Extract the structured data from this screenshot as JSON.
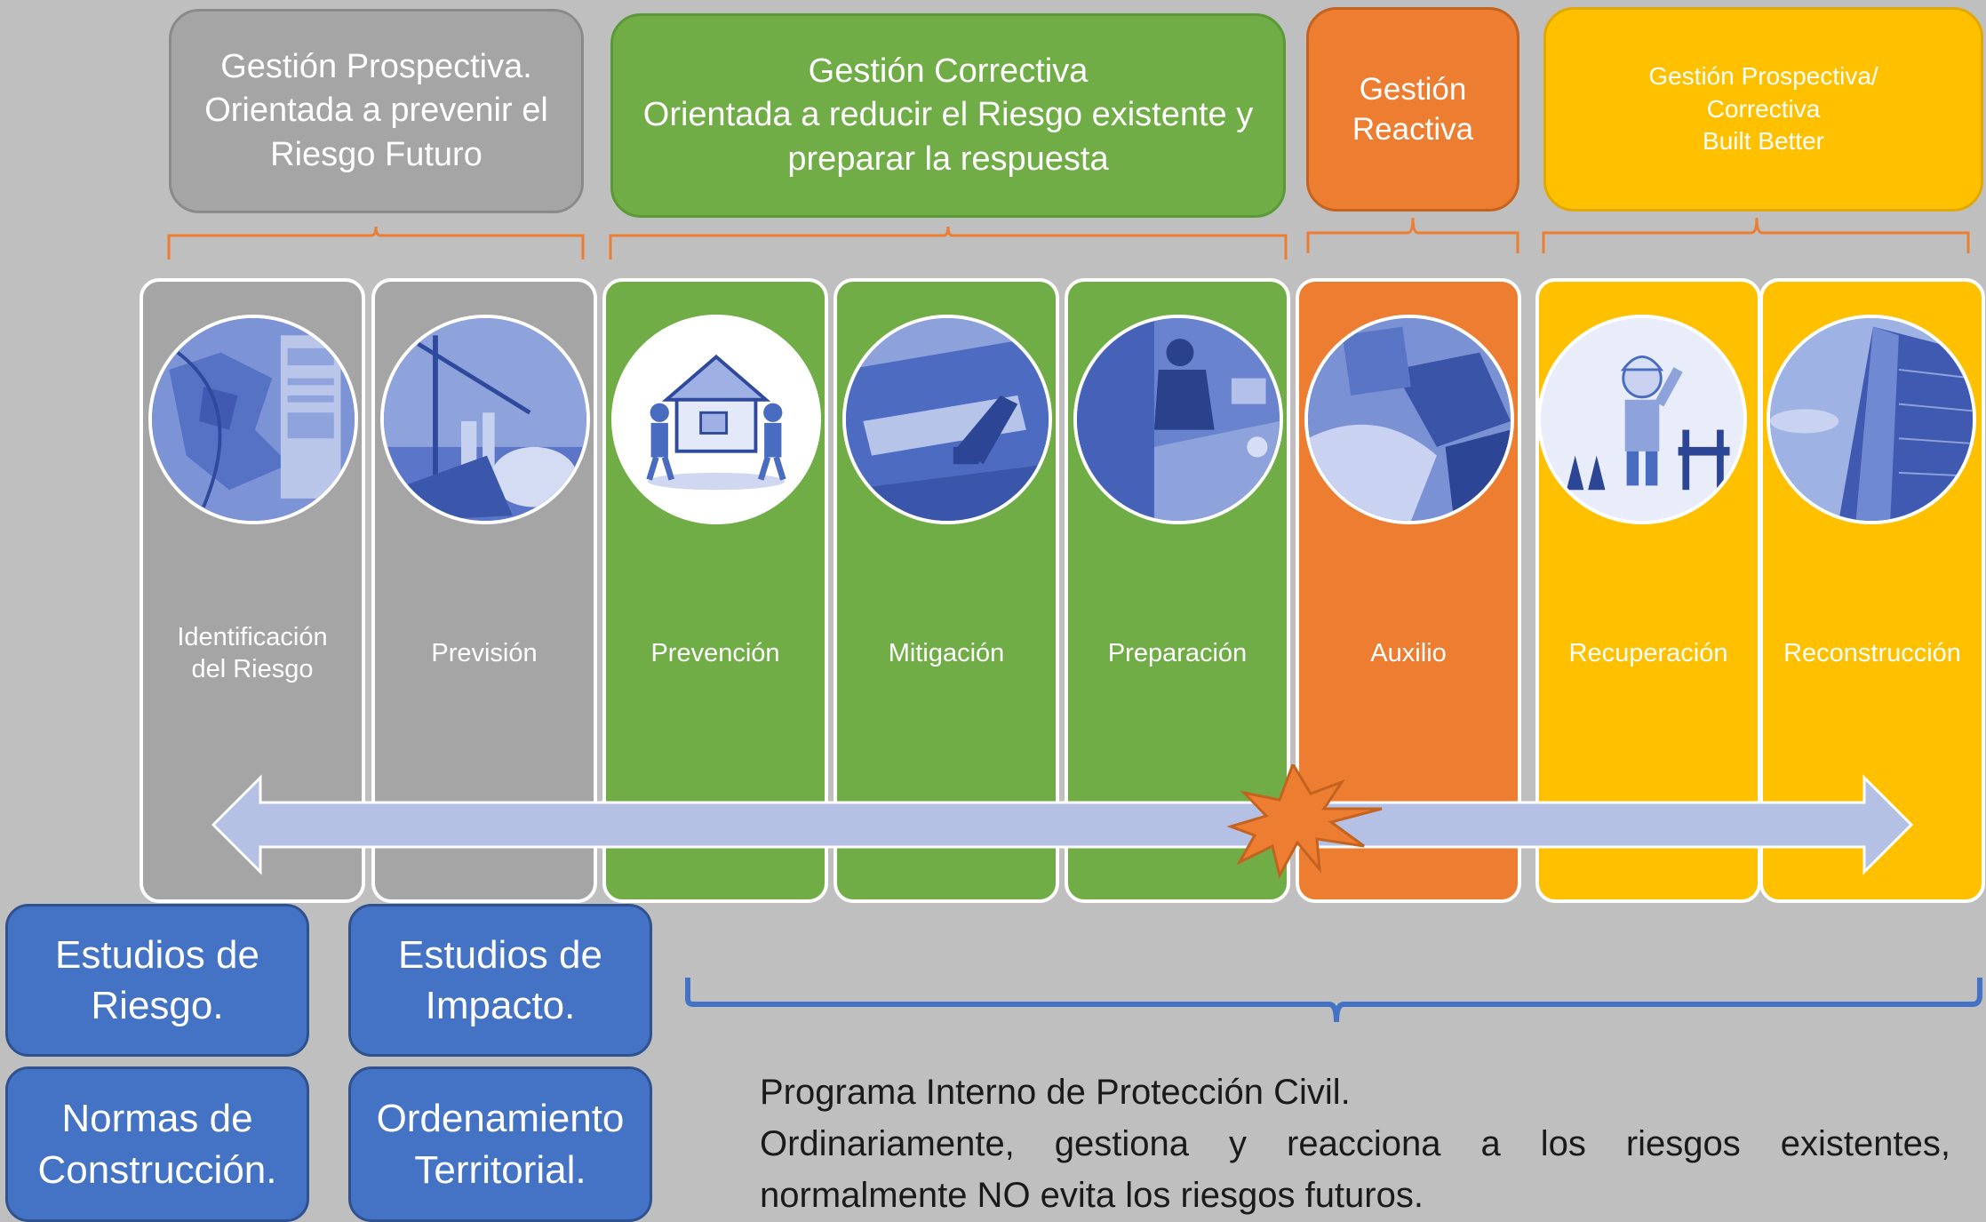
{
  "headers": {
    "prospectiva": [
      "Gestión Prospectiva.",
      "Orientada a prevenir el",
      "Riesgo Futuro"
    ],
    "correctiva": [
      "Gestión Correctiva",
      "Orientada a reducir el Riesgo existente y",
      "preparar la respuesta"
    ],
    "reactiva": [
      "Gestión",
      "Reactiva"
    ],
    "prospectiva_correctiva": [
      "Gestión Prospectiva/",
      "Correctiva",
      "Built Better"
    ]
  },
  "phases": {
    "identificacion": [
      "Identificación",
      "del Riesgo"
    ],
    "prevision": "Previsión",
    "prevencion": "Prevención",
    "mitigacion": "Mitigación",
    "preparacion": "Preparación",
    "auxilio": "Auxilio",
    "recuperacion": "Recuperación",
    "reconstruccion": "Reconstrucción"
  },
  "boxes": {
    "estudios_riesgo": [
      "Estudios de",
      "Riesgo."
    ],
    "estudios_impacto": [
      "Estudios de",
      "Impacto."
    ],
    "normas": [
      "Normas de",
      "Construcción."
    ],
    "ordenamiento": [
      "Ordenamiento",
      "Territorial."
    ]
  },
  "caption": {
    "line1": "Programa Interno de Protección Civil.",
    "line2": "Ordinariamente, gestiona y reacciona a los riesgos existentes,",
    "line3": "normalmente NO evita los riesgos futuros."
  },
  "colors": {
    "background": "#bfbfbf",
    "gray": "#a5a5a5",
    "green": "#70ad47",
    "orange": "#ed7d31",
    "yellow": "#ffc000",
    "blue": "#4472c4",
    "arrow": "#b4c0e4"
  }
}
